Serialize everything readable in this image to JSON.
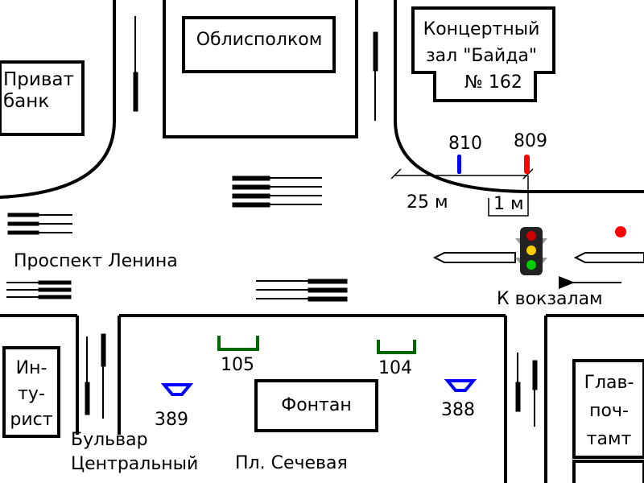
{
  "buildings": {
    "privatbank": [
      "Приват",
      "банк"
    ],
    "oblispolkom": "Облисполком",
    "concert_hall": [
      "Концертный",
      "зал \"Байда\"",
      "№ 162"
    ],
    "intourist": [
      "Ин-",
      "ту-",
      "рист"
    ],
    "fountain": "Фонтан",
    "post_office": [
      "Глав-",
      "поч-",
      "тамт"
    ]
  },
  "streets": {
    "lenin_avenue": "Проспект Ленина",
    "central_boulevard": [
      "Бульвар",
      "Центральный"
    ],
    "sechevaya_square": "Пл. Сечевая"
  },
  "directions": {
    "to_station": "К вокзалам"
  },
  "distances": {
    "stop_offset": "25 м",
    "short_offset": "1 м"
  },
  "stops": {
    "s810": {
      "label": "810",
      "color": "#0000ff"
    },
    "s809": {
      "label": "809",
      "color": "#ff0000"
    },
    "s105": {
      "label": "105",
      "color": "#006600"
    },
    "s104": {
      "label": "104",
      "color": "#006600"
    },
    "s389": {
      "label": "389",
      "color": "#0000ff"
    },
    "s388": {
      "label": "388",
      "color": "#0000ff"
    }
  },
  "icons": {
    "traffic_light": "traffic-light-icon",
    "stop_marker": "red-dot-icon"
  },
  "colors": {
    "road": "#000000",
    "background": "#ffffff",
    "tram_stop": "#006600",
    "bus_stop": "#0000ff",
    "red_marker": "#ff0000"
  }
}
